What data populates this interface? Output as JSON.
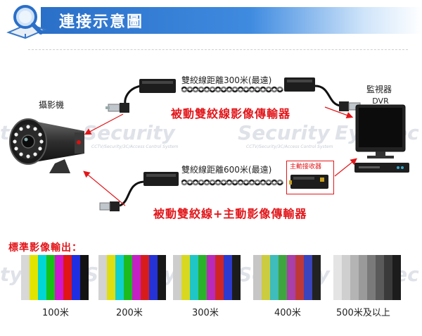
{
  "header": {
    "title": "連接示意圖"
  },
  "labels": {
    "camera": "攝影機",
    "monitor": "監視器",
    "dvr": "DVR",
    "distance_300": "雙絞線距離300米(最遠)",
    "distance_600": "雙絞線距離600米(最遠)",
    "active_receiver": "主動接收器",
    "passive_transceiver": "被動雙絞線影像傳輸器",
    "passive_active_transceiver": "被動雙絞線+主動影像傳輸器",
    "standard_output": "標準影像輸出："
  },
  "watermark": {
    "text_security": "Security",
    "text_eye": "Eye",
    "text_sec": "Sec",
    "text_ty": "ty",
    "subtitle": "CCTV/Security/3C/Access Control System"
  },
  "bars": [
    {
      "label": "100米"
    },
    {
      "label": "200米"
    },
    {
      "label": "300米"
    },
    {
      "label": "400米"
    },
    {
      "label": "500米及以上"
    }
  ],
  "colors": {
    "accent": "#2a6fc8",
    "red": "#e2171b"
  }
}
